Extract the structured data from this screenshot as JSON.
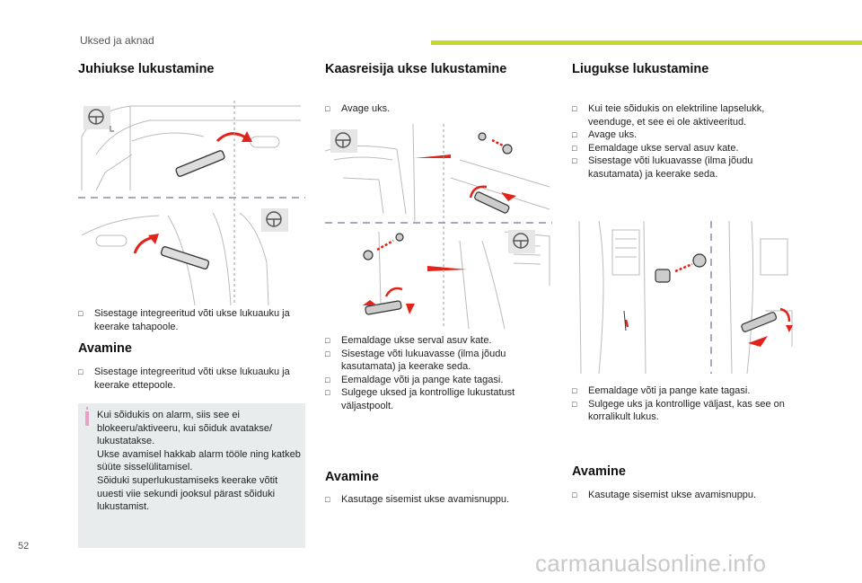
{
  "header": {
    "section": "Uksed ja aknad"
  },
  "col1": {
    "title": "Juhiukse lukustamine",
    "step": "Sisestage integreeritud võti ukse lukuauku ja keerake tahapoole.",
    "open_title": "Avamine",
    "open_step": "Sisestage integreeritud võti ukse lukuauku ja keerake ettepoole.",
    "info": {
      "p1": "Kui sõidukis on alarm, siis see ei blokeeru/aktiveeru, kui sõiduk avatakse/ lukustatakse.",
      "p2": "Ukse avamisel hakkab alarm tööle ning katkeb süüte sisselülitamisel.",
      "p3": "Sõiduki superlukustamiseks keerake võtit uuesti viie sekundi jooksul pärast sõiduki lukustamist."
    }
  },
  "col2": {
    "title": "Kaasreisija ukse lukustamine",
    "step0": "Avage uks.",
    "steps": [
      "Eemaldage ukse serval asuv kate.",
      "Sisestage võti lukuavasse (ilma jõudu kasutamata) ja keerake seda.",
      "Eemaldage võti ja pange kate tagasi.",
      "Sulgege uksed ja kontrollige lukustatust väljastpoolt."
    ],
    "open_title": "Avamine",
    "open_step": "Kasutage sisemist ukse avamisnuppu."
  },
  "col3": {
    "title": "Liugukse lukustamine",
    "steps": [
      "Kui teie sõidukis on elektriline lapselukk, veenduge, et see ei ole aktiveeritud.",
      "Avage uks.",
      "Eemaldage ukse serval asuv kate.",
      "Sisestage võti lukuavasse (ilma jõudu kasutamata) ja keerake seda."
    ],
    "steps_after": [
      "Eemaldage võti ja pange kate tagasi.",
      "Sulgege uks ja kontrollige väljast, kas see on korralikult lukus."
    ],
    "open_title": "Avamine",
    "open_step": "Kasutage sisemist ukse avamisnuppu."
  },
  "page_number": "52",
  "watermark": "carmanualsonline.info",
  "colors": {
    "accent_green": "#c6d82f",
    "arrow_red": "#e2231a",
    "info_bg": "#e9ecec",
    "info_mark": "#e8a1c5"
  },
  "icons": {
    "bullet": "square-bullet-icon",
    "steering": "steering-wheel-icon",
    "info": "info-mark-icon"
  }
}
